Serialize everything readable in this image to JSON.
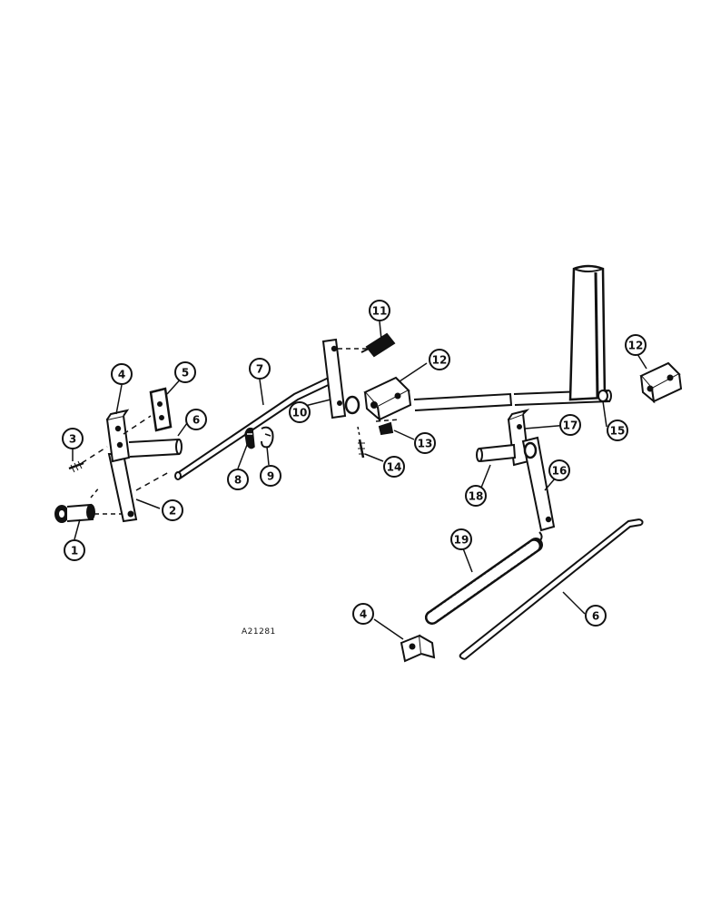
{
  "diagram": {
    "drawing_number": "A21281",
    "callouts": [
      "1",
      "2",
      "3",
      "4",
      "5",
      "6",
      "7",
      "8",
      "9",
      "10",
      "11",
      "12",
      "13",
      "14",
      "15",
      "16",
      "17",
      "18",
      "19",
      "4",
      "6",
      "12"
    ]
  }
}
